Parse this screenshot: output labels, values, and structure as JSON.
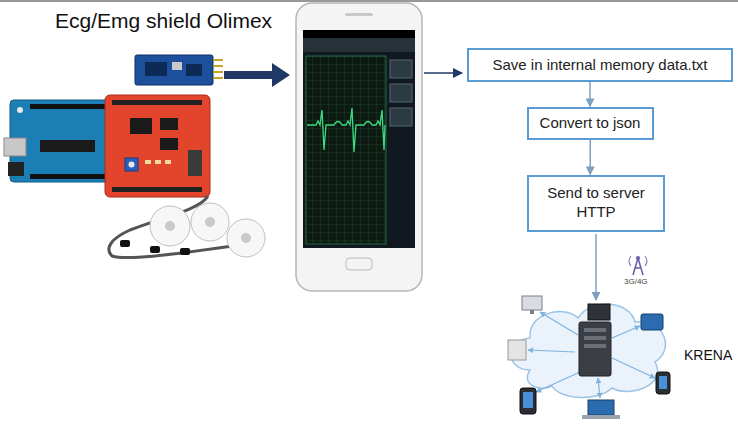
{
  "diagram": {
    "nodes": [
      {
        "text": [
          "Save in internal memory data.txt"
        ]
      },
      {
        "text": [
          "Convert to json"
        ]
      },
      {
        "text": [
          "Send to server HTTP"
        ]
      }
    ],
    "edges": [
      {
        "from": 0,
        "to": 1,
        "arrow": "to"
      },
      {
        "from": 1,
        "to": 2,
        "arrow": "to"
      }
    ],
    "labels": [
      "Ecg/Emg shield Olimex",
      "3G/4G",
      "KRENA"
    ]
  }
}
